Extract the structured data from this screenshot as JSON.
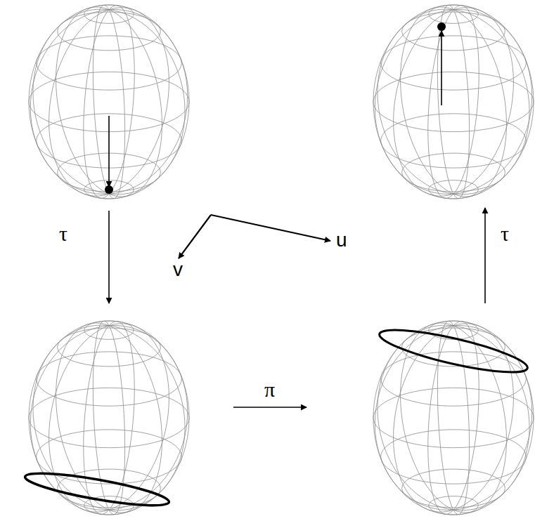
{
  "diagram": {
    "labels": [
      "τ",
      "u",
      "τ",
      "v",
      "π"
    ]
  }
}
